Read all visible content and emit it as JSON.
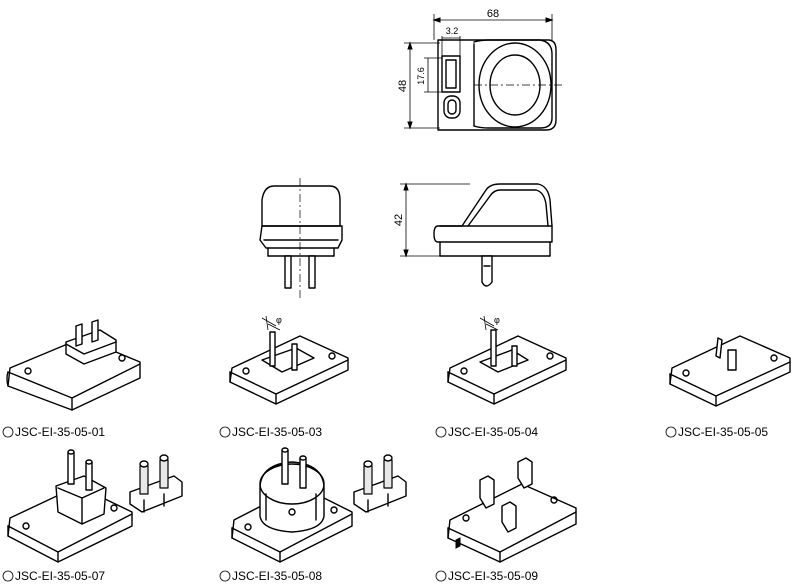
{
  "dimensions": {
    "width": "68",
    "slot_width": "3.2",
    "height_top": "48",
    "slot_height": "17.6",
    "height_side": "42",
    "phi": "φ"
  },
  "variants": [
    {
      "label": "JSC-EI-35-05-01"
    },
    {
      "label": "JSC-EI-35-05-03"
    },
    {
      "label": "JSC-EI-35-05-04"
    },
    {
      "label": "JSC-EI-35-05-05"
    },
    {
      "label": "JSC-EI-35-05-07"
    },
    {
      "label": "JSC-EI-35-05-08"
    },
    {
      "label": "JSC-EI-35-05-09"
    }
  ]
}
